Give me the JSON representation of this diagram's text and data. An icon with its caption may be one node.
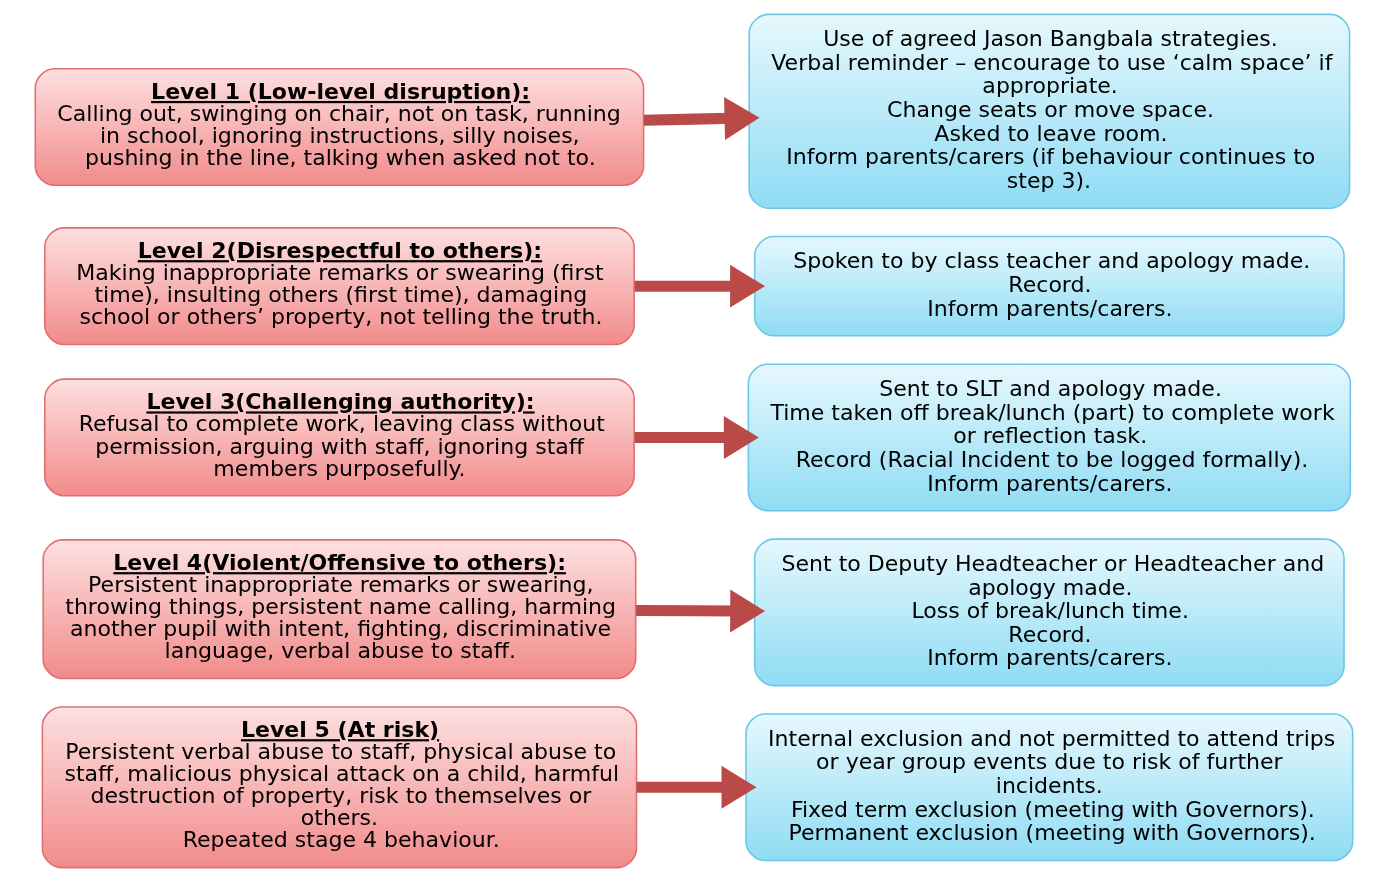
{
  "diagram": {
    "nodes": [
      {
        "text": [
          "Level 1 (Low-level disruption):",
          "Calling out, swinging on chair, not on task, running in school, ignoring instructions, silly noises, pushing in the line, talking when asked not to."
        ]
      },
      {
        "text": [
          "Use of agreed Jason Bangbala strategies.",
          "Verbal reminder – encourage to use ‘calm space’ if appropriate.",
          "Change seats or move space.",
          "Asked to leave room.",
          "Inform parents/carers (if behaviour continues to step 3)."
        ]
      },
      {
        "text": [
          "Level 2(Disrespectful to others):",
          "Making inappropriate remarks or swearing (first time), insulting others (first time), damaging school or others’ property, not telling the truth."
        ]
      },
      {
        "text": [
          "Spoken to by class teacher and apology made.",
          "Record.",
          "Inform parents/carers."
        ]
      },
      {
        "text": [
          "Level 3(Challenging authority):",
          "Refusal to complete work, leaving class without permission, arguing with staff, ignoring staff members purposefully."
        ]
      },
      {
        "text": [
          "Sent to SLT and apology made.",
          "Time taken off break/lunch (part) to complete work or reflection task.",
          "Record (Racial Incident to be logged formally).",
          "Inform parents/carers."
        ]
      },
      {
        "text": [
          "Level 4(Violent/Offensive to others):",
          "Persistent inappropriate remarks or swearing, throwing things, persistent name calling, harming another pupil with intent, fighting, discriminative language, verbal abuse to staff."
        ]
      },
      {
        "text": [
          "Sent to Deputy Headteacher or Headteacher and apology made.",
          "Loss of break/lunch time.",
          "Record.",
          "Inform parents/carers."
        ]
      },
      {
        "text": [
          "Level 5 (At risk)",
          "Persistent verbal abuse to staff, physical abuse to staff, malicious physical attack on a child, harmful destruction of property, risk to themselves or others.",
          "Repeated stage 4 behaviour."
        ]
      },
      {
        "text": [
          "Internal exclusion and not permitted to attend trips or year group events due to risk of further incidents.",
          "Fixed term exclusion (meeting with Governors).",
          "Permanent exclusion (meeting with Governors)."
        ]
      }
    ],
    "edges": [
      {
        "from": 0,
        "to": 1,
        "arrow": "to"
      },
      {
        "from": 2,
        "to": 3,
        "arrow": "to"
      },
      {
        "from": 4,
        "to": 5,
        "arrow": "to"
      },
      {
        "from": 6,
        "to": 7,
        "arrow": "to"
      },
      {
        "from": 8,
        "to": 9,
        "arrow": "to"
      }
    ]
  }
}
